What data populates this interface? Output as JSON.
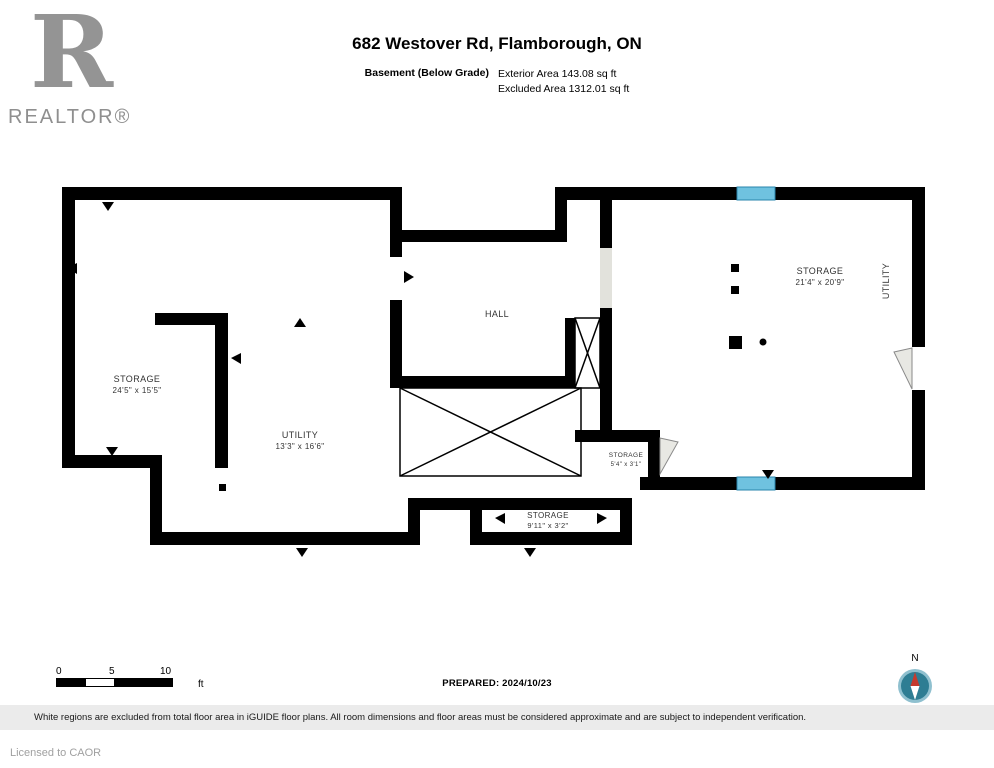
{
  "brand": {
    "logo_letter": "R",
    "name": "REALTOR®"
  },
  "header": {
    "title": "682 Westover Rd, Flamborough, ON",
    "floor_label": "Basement (Below Grade)",
    "area_lines": [
      "Exterior Area 143.08 sq ft",
      "Excluded Area 1312.01 sq ft"
    ]
  },
  "plan": {
    "wall_color": "#000000",
    "window_color": "#6fc2e0",
    "rooms": {
      "storage_left": {
        "name": "STORAGE",
        "dims": "24'5\" x 15'5\""
      },
      "utility_center": {
        "name": "UTILITY",
        "dims": "13'3\" x 16'6\""
      },
      "hall": {
        "name": "HALL"
      },
      "storage_right": {
        "name": "STORAGE",
        "dims": "21'4\" x 20'9\""
      },
      "utility_right": {
        "name": "UTILITY"
      },
      "storage_small": {
        "name": "STORAGE",
        "dims": "5'4\" x 3'1\""
      },
      "storage_bottom": {
        "name": "STORAGE",
        "dims": "9'11\" x 3'2\""
      }
    }
  },
  "footer": {
    "scale": {
      "zero": "0",
      "five": "5",
      "ten": "10",
      "unit": "ft"
    },
    "prepared": "PREPARED: 2024/10/23",
    "compass_label": "N"
  },
  "disclaimer": "White regions are excluded from total floor area in iGUIDE floor plans. All room dimensions and floor areas must be considered approximate and are subject to independent verification.",
  "license": "Licensed to CAOR"
}
